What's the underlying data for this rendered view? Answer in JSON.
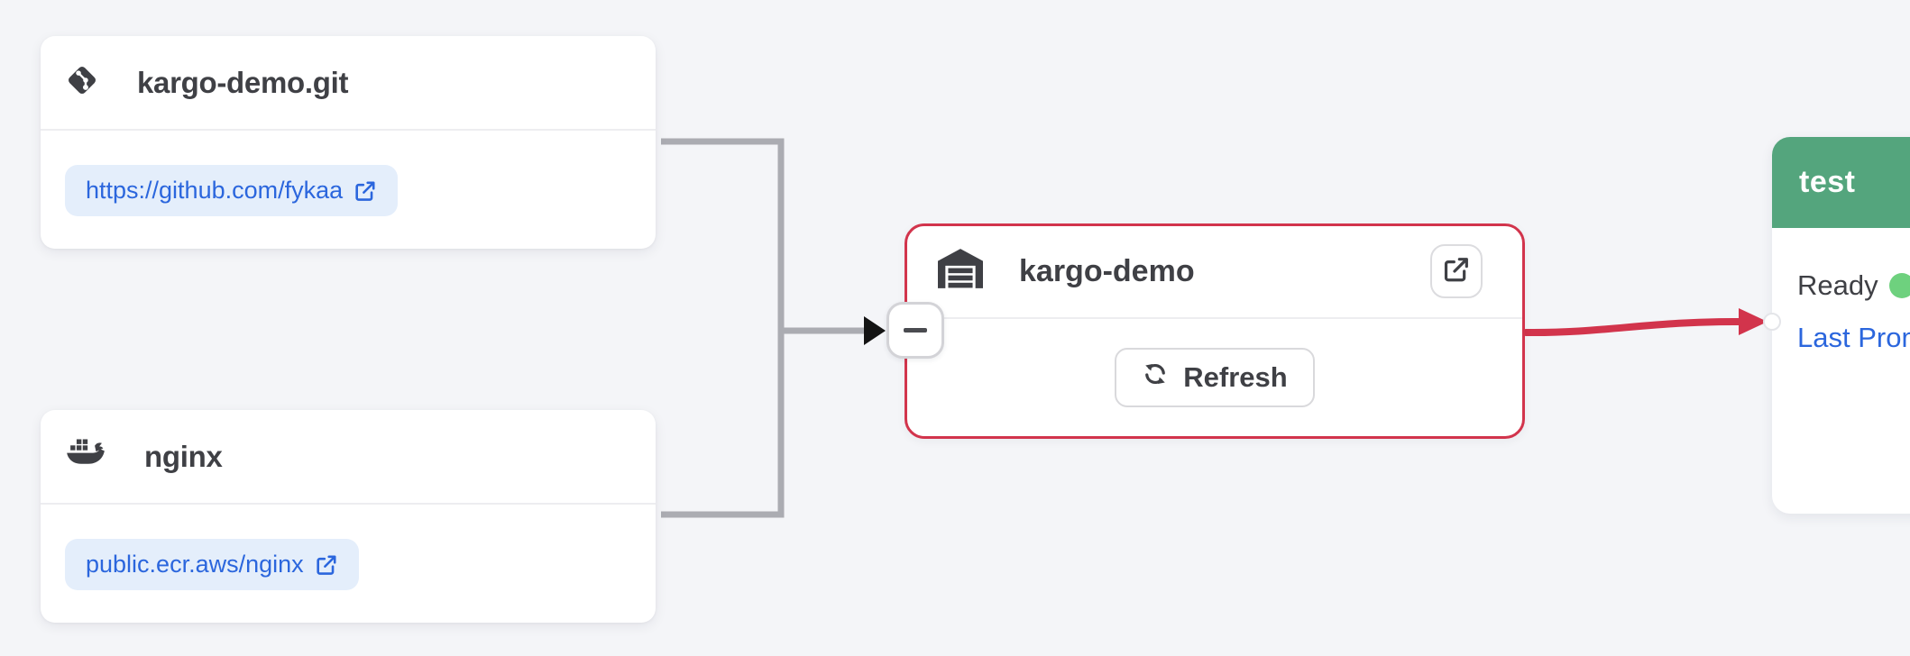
{
  "colors": {
    "background": "#f4f5f8",
    "accent_red": "#d2344c",
    "edge_gray": "#abacb2",
    "edge_arrow_black": "#141414",
    "stage_header_green": "#54a57d",
    "status_dot_green": "#6ed17e",
    "link_blue": "#2b66dd",
    "link_pill_bg": "#e4eefb",
    "text_dark": "#3f4045"
  },
  "icons": {
    "git": "git-icon",
    "docker": "docker-icon",
    "warehouse": "warehouse-icon",
    "external_link": "external-link-icon",
    "refresh": "refresh-icon",
    "collapse": "minus-icon",
    "status": "green-dot"
  },
  "subscriptions": [
    {
      "title": "kargo-demo.git",
      "link": "https://github.com/fykaa"
    },
    {
      "title": "nginx",
      "link": "public.ecr.aws/nginx"
    }
  ],
  "warehouse": {
    "title": "kargo-demo",
    "refresh_label": "Refresh"
  },
  "stage": {
    "title": "test",
    "status_label": "Ready",
    "last_promotion_label": "Last Promotion"
  }
}
